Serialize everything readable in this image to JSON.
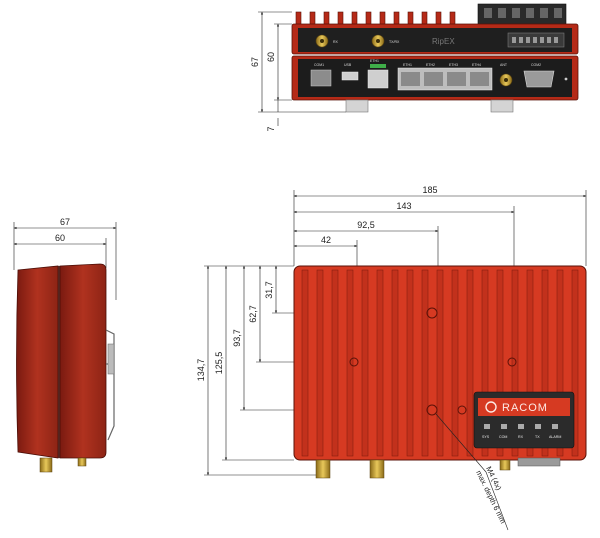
{
  "front_view": {
    "dims": {
      "overall_height": "67",
      "body_height": "60",
      "foot": "7"
    },
    "model_label": "RipEX",
    "top_connectors": [
      "RX",
      "TX/RX"
    ],
    "ports": [
      "COM1",
      "USB",
      "ETH1",
      "ETH1",
      "ETH2",
      "ETH3",
      "ETH4",
      "ANT",
      "COM2"
    ]
  },
  "side_view": {
    "dims": {
      "overall_width": "67",
      "body_width": "60"
    }
  },
  "top_view": {
    "horizontal_dims": [
      "185",
      "143",
      "92,5",
      "42"
    ],
    "vertical_dims": [
      "134,7",
      "125,5",
      "93,7",
      "62,7",
      "31,7"
    ],
    "brand": "RACOM",
    "leds": [
      "SYS",
      "COM",
      "RX",
      "TX",
      "ALARM"
    ],
    "note_line1": "M4 (4x)",
    "note_line2": "max. depth 6 mm"
  },
  "colors": {
    "housing": "#d63a22",
    "housing_dark": "#8b1e12",
    "panel": "#202020",
    "gold": "#c8a436"
  }
}
